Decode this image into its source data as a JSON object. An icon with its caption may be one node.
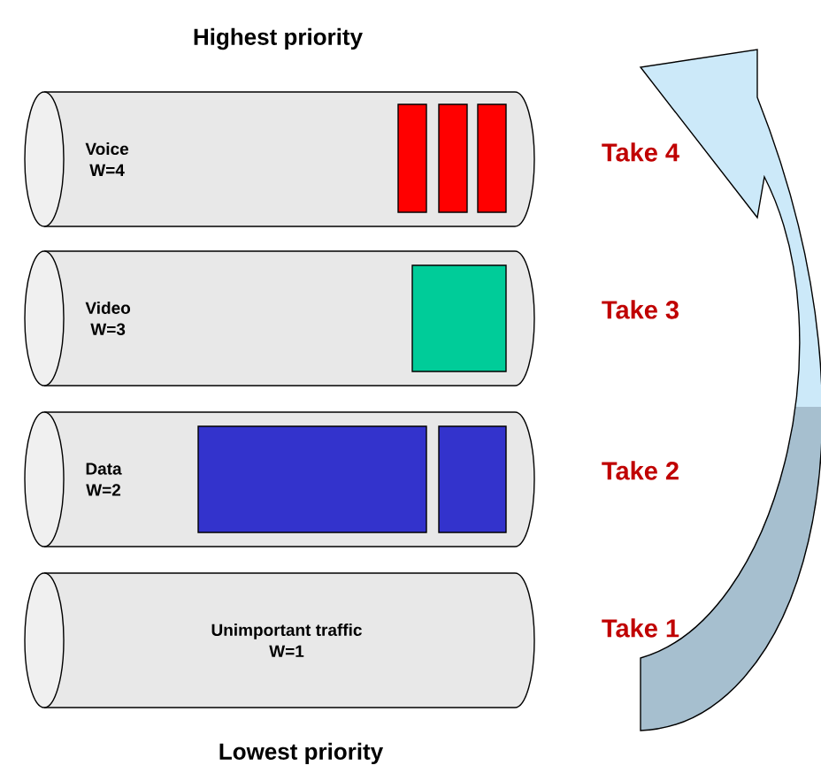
{
  "diagram": {
    "nodes": [
      {
        "text": [
          "Voice",
          "W=4"
        ]
      },
      {
        "text": [
          "Video",
          "W=3"
        ]
      },
      {
        "text": [
          "Data",
          "W=2"
        ]
      },
      {
        "text": [
          "Unimportant traffic",
          "W=1"
        ]
      }
    ],
    "labels": [
      "Highest priority",
      "Take 4",
      "Take 3",
      "Take 2",
      "Take 1",
      "Lowest priority"
    ]
  }
}
